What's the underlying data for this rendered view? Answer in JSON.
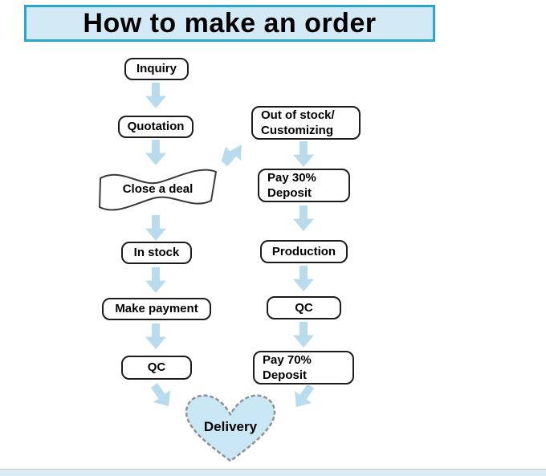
{
  "title": "How to make an order",
  "nodes": {
    "inquiry": "Inquiry",
    "quotation": "Quotation",
    "close_deal": "Close a deal",
    "in_stock": "In stock",
    "make_payment": "Make payment",
    "qc_left": "QC",
    "out_of_stock": "Out of stock/\nCustomizing",
    "pay_30_deposit": "Pay 30%\nDeposit",
    "production": "Production",
    "qc_right": "QC",
    "pay_70_deposit": "Pay 70%\nDeposit",
    "delivery": "Delivery"
  },
  "colors": {
    "arrow_fill": "#b8dcee",
    "title_background": "#d3eaf6",
    "title_border": "#2aa6c9",
    "heart_fill": "#c9e7f5",
    "heart_border": "#8f8f8f",
    "node_border": "#1c1c1c",
    "node_fill": "#ffffff",
    "text": "#000000"
  }
}
